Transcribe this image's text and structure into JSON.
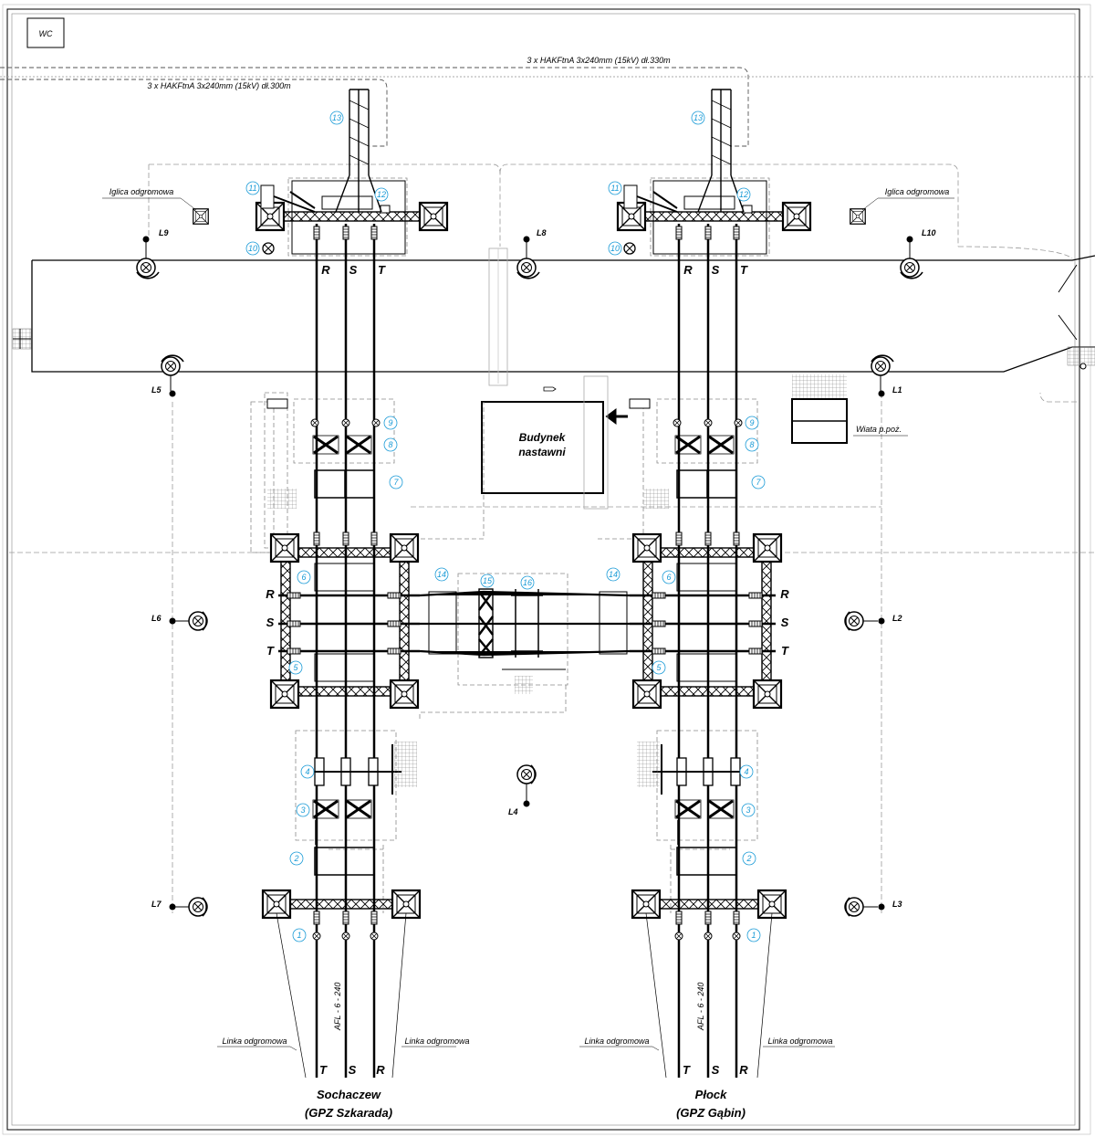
{
  "wc_label": "WC",
  "cables": {
    "top": "3 x HAKFtnA 3x240mm (15kV) dł.330m",
    "bottom": "3 x HAKFtnA 3x240mm (15kV) dł.300m"
  },
  "lightning_rod": "Iglica odgromowa",
  "building": {
    "line1": "Budynek",
    "line2": "nastawni"
  },
  "shelter": "Wiata p.poż.",
  "phases": {
    "r": "R",
    "s": "S",
    "t": "T"
  },
  "lights": {
    "l1": "L1",
    "l2": "L2",
    "l3": "L3",
    "l4": "L4",
    "l5": "L5",
    "l6": "L6",
    "l7": "L7",
    "l8": "L8",
    "l9": "L9",
    "l10": "L10"
  },
  "ground_wire": "Linka odgromowa",
  "afl": "AFL - 6 - 240",
  "left_station": {
    "name": "Sochaczew",
    "sub": "(GPZ Szkarada)"
  },
  "right_station": {
    "name": "Płock",
    "sub": "(GPZ Gąbin)"
  },
  "markers": {
    "m1": "1",
    "m2": "2",
    "m3": "3",
    "m4": "4",
    "m5": "5",
    "m6": "6",
    "m7": "7",
    "m8": "8",
    "m9": "9",
    "m10": "10",
    "m11": "11",
    "m12": "12",
    "m13": "13",
    "m14": "14",
    "m15": "15",
    "m16": "16"
  },
  "colors": {
    "line": "#000000",
    "marker": "#1a9bd7",
    "dashed": "#8a8a8a"
  }
}
